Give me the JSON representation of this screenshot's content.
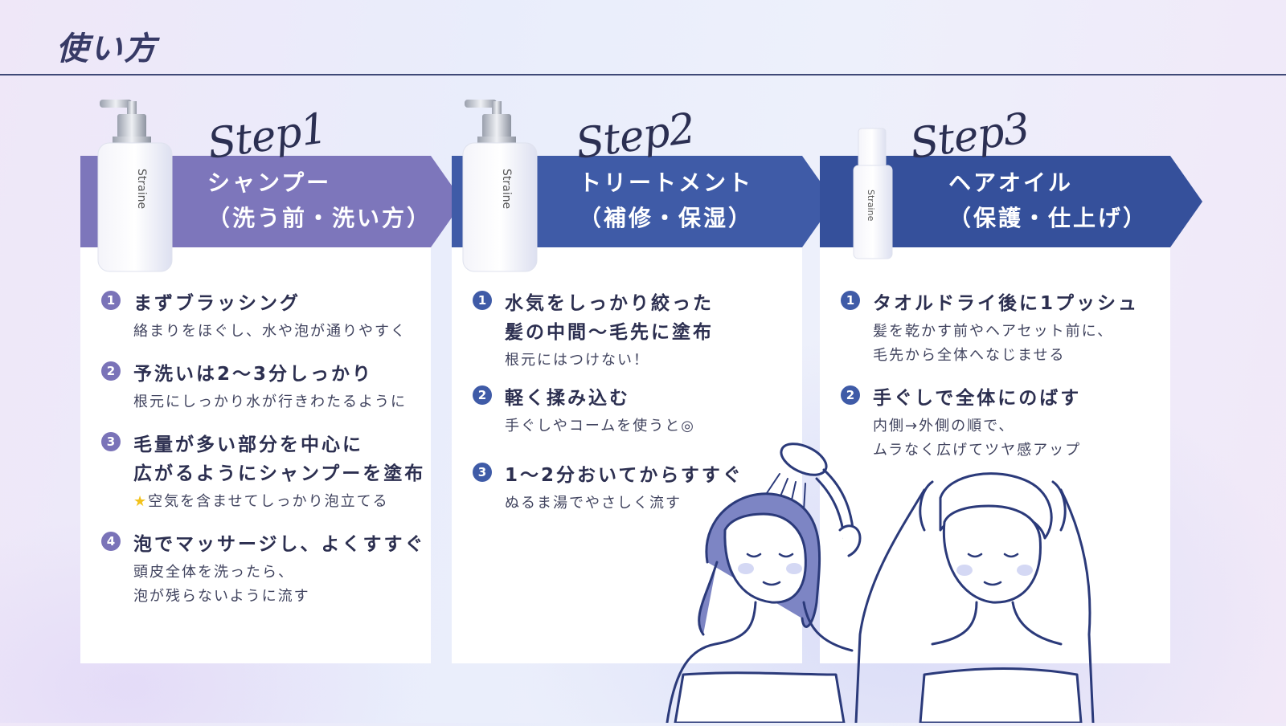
{
  "page": {
    "title": "使い方"
  },
  "colors": {
    "step1": "#7d76bb",
    "step2": "#3f5ba7",
    "step3": "#35509b",
    "title_rule": "#3f4977"
  },
  "steps": [
    {
      "script": "Step1",
      "title_line1": "シャンプー",
      "title_line2": "（洗う前・洗い方）",
      "bottle_brand": "Straine",
      "items": [
        {
          "num": "1",
          "head": "まずブラッシング",
          "sub": [
            "絡まりをほぐし、水や泡が通りやすく"
          ]
        },
        {
          "num": "2",
          "head": "予洗いは2〜3分しっかり",
          "sub": [
            "根元にしっかり水が行きわたるように"
          ]
        },
        {
          "num": "3",
          "head": [
            "毛量が多い部分を中心に",
            "広がるようにシャンプーを塗布"
          ],
          "sub": [
            "空気を含ませてしっかり泡立てる"
          ]
        },
        {
          "num": "4",
          "head": "泡でマッサージし、よくすすぐ",
          "sub": [
            "頭皮全体を洗ったら、",
            "泡が残らないように流す"
          ]
        }
      ]
    },
    {
      "script": "Step2",
      "title_line1": "トリートメント",
      "title_line2": "（補修・保湿）",
      "bottle_brand": "Straine",
      "items": [
        {
          "num": "1",
          "head": [
            "水気をしっかり絞った",
            "髪の中間〜毛先に塗布"
          ],
          "sub": [
            "根元にはつけない！"
          ]
        },
        {
          "num": "2",
          "head": "軽く揉み込む",
          "sub": [
            "手ぐしやコームを使うと◎"
          ]
        },
        {
          "num": "3",
          "head": "1〜2分おいてからすすぐ",
          "sub": [
            "ぬるま湯でやさしく流す"
          ]
        }
      ]
    },
    {
      "script": "Step3",
      "title_line1": "ヘアオイル",
      "title_line2": "（保護・仕上げ）",
      "bottle_brand": "Straine",
      "items": [
        {
          "num": "1",
          "head": "タオルドライ後に1プッシュ",
          "sub": [
            "髪を乾かす前やヘアセット前に、",
            "毛先から全体へなじませる"
          ]
        },
        {
          "num": "2",
          "head": "手ぐしで全体にのばす",
          "sub": [
            "内側→外側の順で、",
            "ムラなく広げてツヤ感アップ"
          ]
        }
      ]
    }
  ]
}
